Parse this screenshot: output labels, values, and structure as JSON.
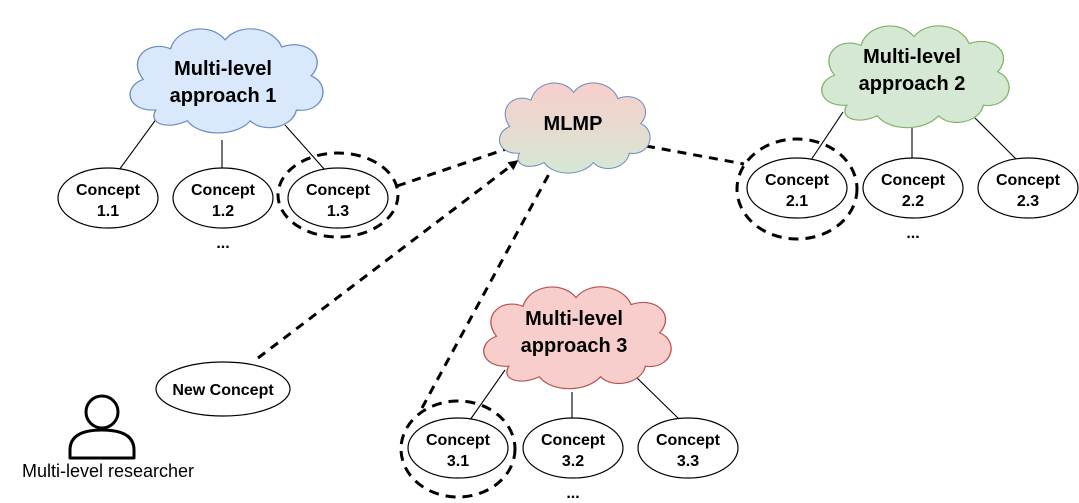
{
  "clouds": {
    "approach1": {
      "line1": "Multi-level",
      "line2": "approach 1",
      "fill": "#dae8fc",
      "stroke": "#6c8ebf"
    },
    "approach2": {
      "line1": "Multi-level",
      "line2": "approach 2",
      "fill": "#d5e8d4",
      "stroke": "#82b366"
    },
    "approach3": {
      "line1": "Multi-level",
      "line2": "approach 3",
      "fill": "#f8cecc",
      "stroke": "#b85450"
    },
    "mlmp": {
      "label": "MLMP",
      "fill_top": "#f8cecc",
      "fill_bottom": "#d5e8d4",
      "stroke": "#6c8ebf"
    }
  },
  "concepts": {
    "c11": {
      "line1": "Concept",
      "line2": "1.1"
    },
    "c12": {
      "line1": "Concept",
      "line2": "1.2"
    },
    "c13": {
      "line1": "Concept",
      "line2": "1.3"
    },
    "c21": {
      "line1": "Concept",
      "line2": "2.1"
    },
    "c22": {
      "line1": "Concept",
      "line2": "2.2"
    },
    "c23": {
      "line1": "Concept",
      "line2": "2.3"
    },
    "c31": {
      "line1": "Concept",
      "line2": "3.1"
    },
    "c32": {
      "line1": "Concept",
      "line2": "3.2"
    },
    "c33": {
      "line1": "Concept",
      "line2": "3.3"
    },
    "new_concept": "New Concept"
  },
  "ellipses": {
    "group1": "...",
    "group2": "...",
    "group3": "..."
  },
  "researcher": {
    "label": "Multi-level researcher",
    "icon": "user-icon"
  }
}
